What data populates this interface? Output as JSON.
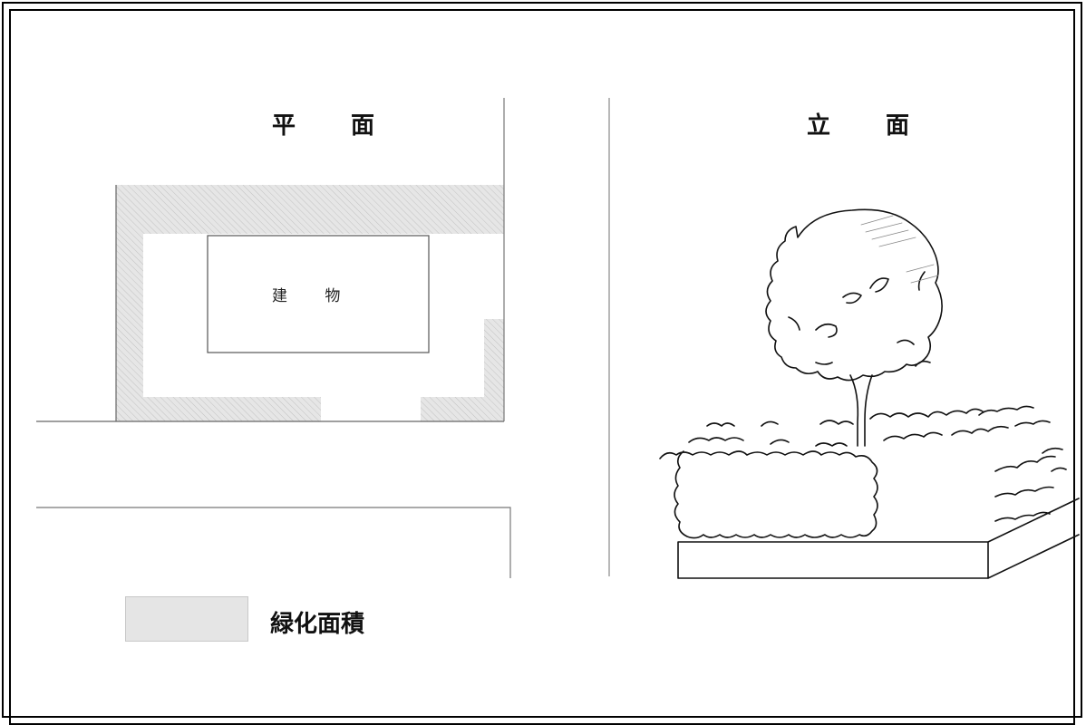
{
  "plan": {
    "title": "平 面",
    "building_label": "建 物"
  },
  "elevation": {
    "title": "立 面"
  },
  "legend": {
    "label": "緑化面積",
    "swatch_color": "#e5e5e5"
  },
  "colors": {
    "green_area_fill": "#e3e3e3",
    "line": "#555555"
  }
}
